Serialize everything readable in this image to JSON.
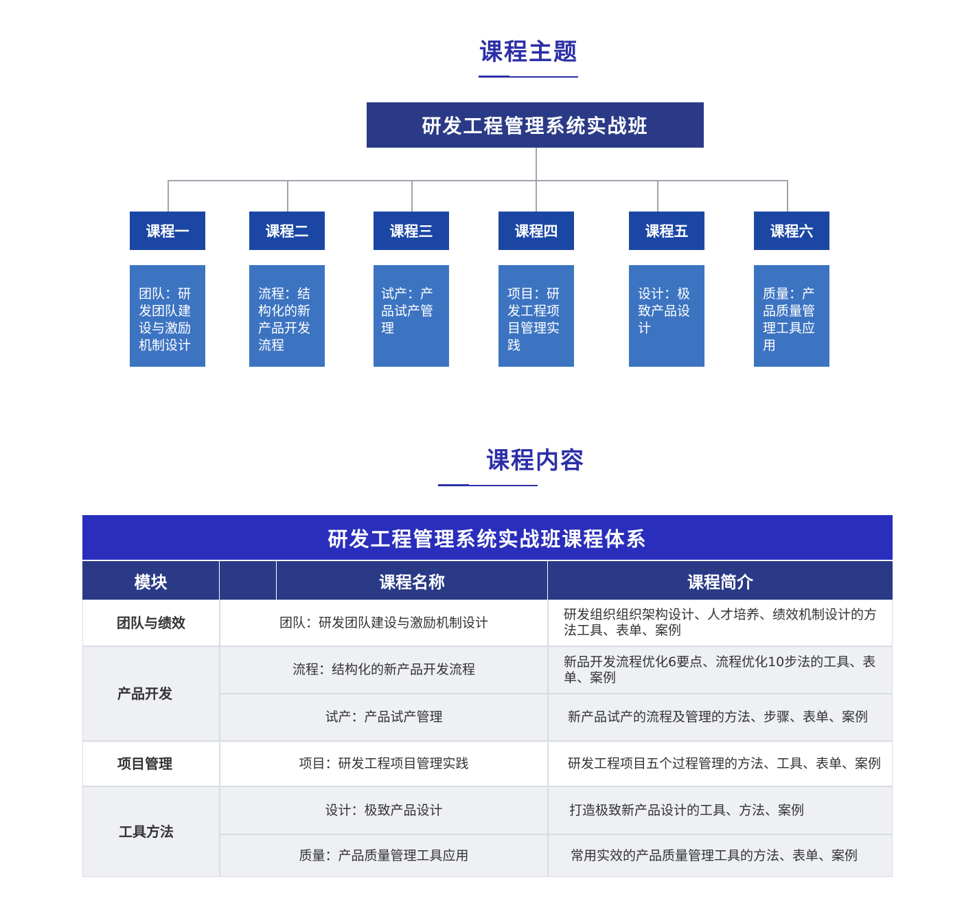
{
  "section1": {
    "title": "课程主题"
  },
  "org": {
    "root": "研发工程管理系统实战班",
    "courses": [
      {
        "label": "课程一",
        "desc": "团队：研发团队建设与激励机制设计"
      },
      {
        "label": "课程二",
        "desc": "流程：结构化的新产品开发流程"
      },
      {
        "label": "课程三",
        "desc": "试产：产品试产管理"
      },
      {
        "label": "课程四",
        "desc": "项目：研发工程项目管理实践"
      },
      {
        "label": "课程五",
        "desc": "设计：极致产品设计"
      },
      {
        "label": "课程六",
        "desc": "质量：产品质量管理工具应用"
      }
    ]
  },
  "section2": {
    "title": "课程内容"
  },
  "table": {
    "title": "研发工程管理系统实战班课程体系",
    "headers": [
      "模块",
      "课程名称",
      "课程简介"
    ],
    "modules": [
      "团队与绩效",
      "产品开发",
      "项目管理",
      "工具方法"
    ],
    "rows": [
      {
        "name": "团队：研发团队建设与激励机制设计",
        "desc": "研发组织组织架构设计、人才培养、绩效机制设计的方法工具、表单、案例"
      },
      {
        "name": "流程：结构化的新产品开发流程",
        "desc": "新品开发流程优化6要点、流程优化10步法的工具、表单、案例"
      },
      {
        "name": "试产：产品试产管理",
        "desc": "新产品试产的流程及管理的方法、步骤、表单、案例"
      },
      {
        "name": "项目：研发工程项目管理实践",
        "desc": "研发工程项目五个过程管理的方法、工具、表单、案例"
      },
      {
        "name": "设计：极致产品设计",
        "desc": "打造极致新产品设计的工具、方法、案例"
      },
      {
        "name": "质量：产品质量管理工具应用",
        "desc": "常用实效的产品质量管理工具的方法、表单、案例"
      }
    ]
  }
}
